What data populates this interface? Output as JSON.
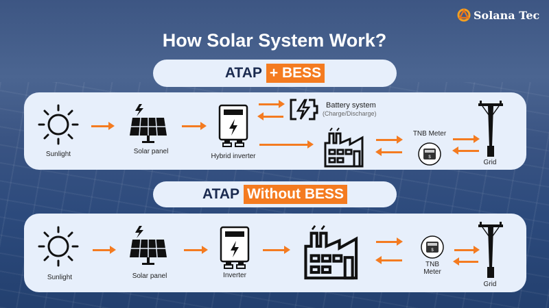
{
  "brand": {
    "name": "Solana Tec",
    "accent": "#f47b20"
  },
  "title": "How Solar System Work?",
  "sections": [
    {
      "heading": {
        "prefix": "ATAP",
        "highlight": "+ BESS"
      },
      "labels": {
        "sunlight": "Sunlight",
        "solar_panel": "Solar panel",
        "inverter": "Hybrid inverter",
        "battery": "Battery system",
        "battery_sub": "(Charge/Discharge)",
        "meter": "TNB Meter",
        "grid": "Grid"
      }
    },
    {
      "heading": {
        "prefix": "ATAP",
        "highlight": "Without BESS"
      },
      "labels": {
        "sunlight": "Sunlight",
        "solar_panel": "Solar panel",
        "inverter": "Inverter",
        "meter_line1": "TNB",
        "meter_line2": "Meter",
        "grid": "Grid"
      }
    }
  ]
}
